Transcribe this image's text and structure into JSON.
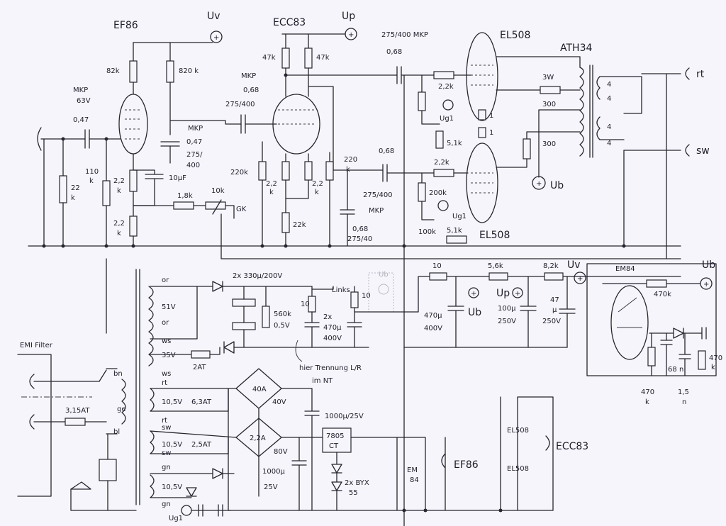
{
  "labels": {
    "ef86_title": "EF86",
    "ecc83_title": "ECC83",
    "el508_top": "EL508",
    "el508_bot": "EL508",
    "ath34": "ATH34",
    "uv_top": "Uv",
    "up_top": "Up",
    "r82k": "82k",
    "r820k": "820 k",
    "mkp1": "MKP",
    "v63": "63V",
    "c047": "0,47",
    "mkp2": "MKP",
    "c068a": "0,68",
    "v275a": "275/400",
    "mkp3": "MKP",
    "c047b": "0,47",
    "v275b": "275/",
    "v400b": "400",
    "c10u": "10μF",
    "r110k": "110",
    "r110k_k": "k",
    "r22k_a": "22",
    "r22k_a_k": "k",
    "r22_b": "2,2",
    "r22_b_k": "k",
    "r22_c": "2,2",
    "r22_c_k": "k",
    "r18k": "1,8k",
    "r10k": "10k",
    "gk": "GK",
    "r47k_a": "47k",
    "r47k_b": "47k",
    "r220k_a": "220k",
    "r22k_d": "2,2",
    "r22k_d_k": "k",
    "r22k_e": "2,2",
    "r22k_e_k": "k",
    "r22k_f": "22k",
    "r220k_b": "220",
    "r220k_b_k": "k",
    "c068b": "0,68",
    "v275c": "275/40",
    "mkp_top": "275/400 MKP",
    "c068c": "0,68",
    "c068d": "0,68",
    "v275d": "275/400",
    "mkp4": "MKP",
    "r22k_g": "2,2k",
    "r22k_h": "2,2k",
    "ug1_a": "Ug1",
    "ug1_b": "Ug1",
    "r1_a": "1",
    "r1_b": "1",
    "r51k_a": "5,1k",
    "r51k_b": "5,1k",
    "r200k": "200k",
    "r100k": "100k",
    "r3w": "3W",
    "r300a": "300",
    "r300b": "300",
    "ub_mid": "Ub",
    "out_4a": "4",
    "out_4b": "4",
    "out_4c": "4",
    "out_4d": "4",
    "rt": "rt",
    "sw": "sw",
    "ps_or1": "or",
    "ps_51v": "51V",
    "ps_or2": "or",
    "ps_ws1": "ws",
    "ps_35v": "35V",
    "ps_2at": "2AT",
    "ps_2x330": "2x 330μ/200V",
    "ps_560k": "560k",
    "ps_05v": "0,5V",
    "ps_links": "Links",
    "ps_r10a": "10",
    "ps_r10b": "10",
    "ps_2x": "2x",
    "ps_470u": "470μ",
    "ps_400v": "400V",
    "ps_ub_faint": "Ub",
    "ps_note1": "hier Trennung L/R",
    "ps_note2": "im NT",
    "rail_r10": "10",
    "rail_56k": "5,6k",
    "rail_82k": "8,2k",
    "rail_uv": "Uv",
    "rail_ub": "Ub",
    "rail_up": "Up",
    "rail_470u": "470μ",
    "rail_400v": "400V",
    "rail_100u": "100μ",
    "rail_250v": "250V",
    "rail_47": "47",
    "rail_47u": "μ",
    "rail_250v_b": "250V",
    "em84": "EM84",
    "em84_ub": "Ub",
    "em84_470k": "470k",
    "em84_470k_b": "470",
    "em84_k": "k",
    "em84_68": "68",
    "em84_n": "n",
    "em84_470": "470",
    "em84_k2": "k",
    "em84_15": "1,5",
    "em84_n2": "n",
    "emi": "EMI Filter",
    "emi_bn": "bn",
    "emi_ge": "ge",
    "emi_bl": "bl",
    "emi_fuse": "3,15AT",
    "ws_rt": "ws",
    "ws_rt2": "rt",
    "v105a": "10,5V",
    "a63": "6,3AT",
    "rt2": "rt",
    "sw2": "sw",
    "v105b": "10,5V",
    "a25": "2,5AT",
    "sw3": "sw",
    "gn1": "gn",
    "v105c": "10,5V",
    "gn2": "gn",
    "ug1_c": "Ug1",
    "b40a": "40A",
    "v40": "40V",
    "b22a": "2,2A",
    "v80": "80V",
    "c1000a": "1000μ/25V",
    "reg": "7805",
    "reg_ct": "CT",
    "c1000b": "1000μ",
    "v25": "25V",
    "diodes": "2x BYX",
    "diodes2": "55",
    "heat_em": "EM",
    "heat_84": "84",
    "heat_ef86": "EF86",
    "heat_el508a": "EL508",
    "heat_el508b": "EL508",
    "heat_ecc83": "ECC83"
  }
}
